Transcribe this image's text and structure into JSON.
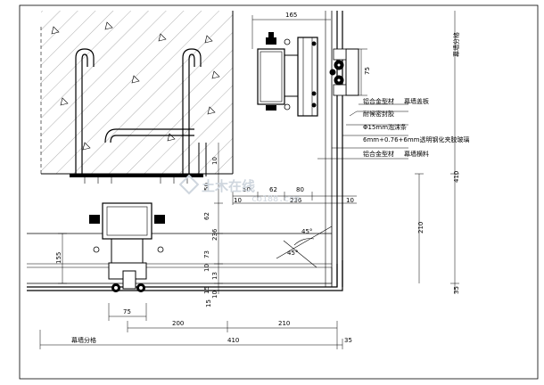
{
  "drawing": {
    "annotations": {
      "alum_profile": "铝合金型材",
      "cover_plate": "幕墙盖板",
      "sealant": "耐候密封胶",
      "foam_rod": "Φ15mm泡沫条",
      "glass": "6mm+0.76+6mm透明钢化夹胶玻璃",
      "alum_profile_2": "铝合金型材",
      "transom": "幕墙横料"
    },
    "grid_label_right": "幕墙分格",
    "grid_label_bottom": "幕墙分格",
    "dims": {
      "top_165": "165",
      "right_75": "75",
      "right_410": "410",
      "right_210": "210",
      "right_35": "35",
      "h_50": "50",
      "h_62": "62",
      "h_80": "80",
      "h_10a": "10",
      "h_236": "236",
      "h_10b": "10",
      "v_10": "10",
      "v_50": "50",
      "v_62": "62",
      "v_236": "236",
      "v_73": "73",
      "v_155": "155",
      "v_10b": "10",
      "v_13": "13",
      "v_15": "15",
      "v_10c": "10",
      "v_15b": "15",
      "b_75": "75",
      "b_200": "200",
      "b_210": "210",
      "b_410": "410",
      "b_35": "35",
      "ang_a": "45°",
      "ang_b": "45°"
    },
    "watermark": {
      "main": "土木在线",
      "sub": "co188.com"
    }
  }
}
